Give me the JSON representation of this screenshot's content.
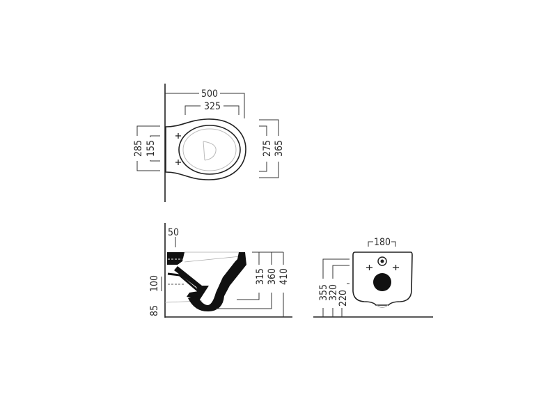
{
  "top_view": {
    "width_total": "500",
    "width_seat": "325",
    "left_outer": "285",
    "left_inner": "155",
    "right_inner": "275",
    "right_outer": "365"
  },
  "side_view": {
    "top_offset": "50",
    "inlet_height": "100",
    "outlet_height": "85",
    "height_1": "315",
    "height_2": "360",
    "height_3": "410"
  },
  "front_view": {
    "bolt_spacing": "180",
    "height_1": "355",
    "height_2": "320",
    "height_3": "220"
  }
}
